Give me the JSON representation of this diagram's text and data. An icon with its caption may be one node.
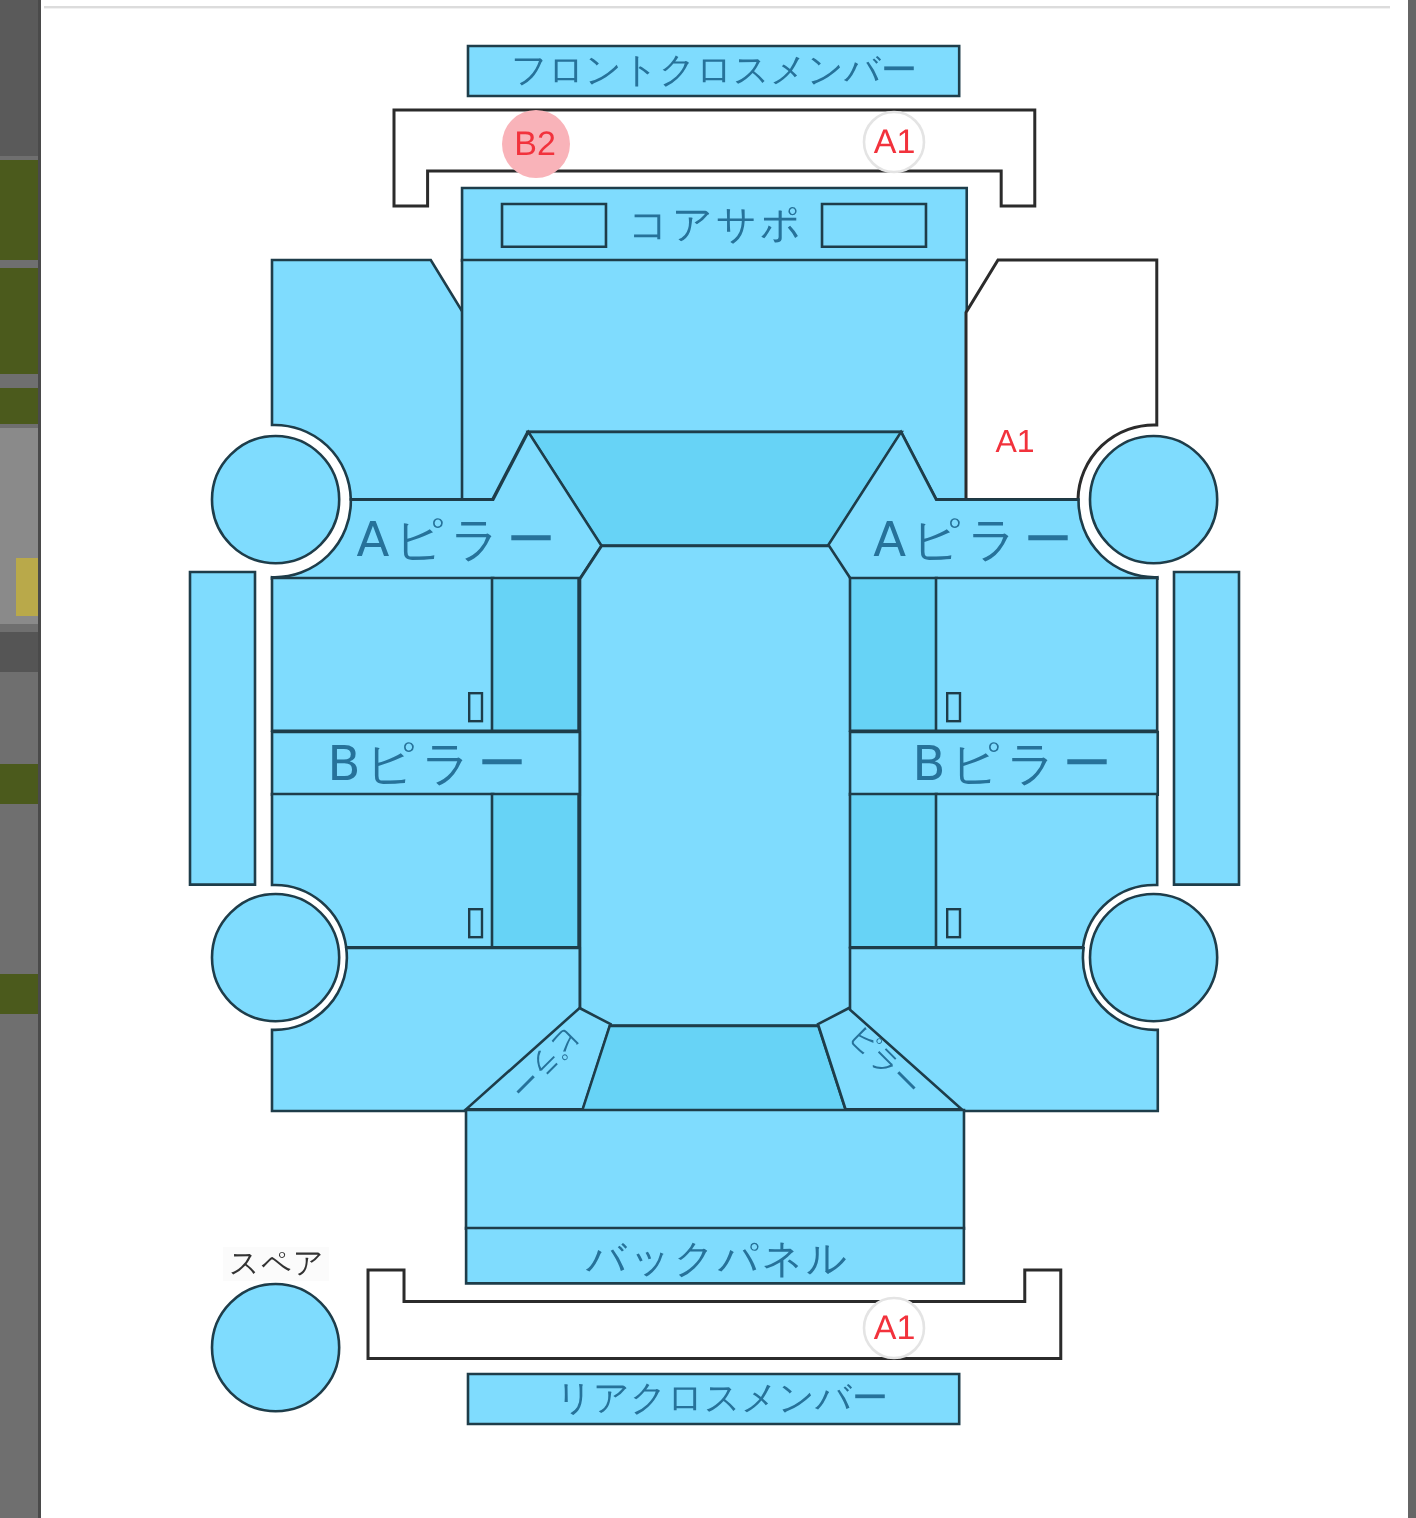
{
  "diagram": {
    "nodes": [
      {
        "text": [
          "フロントクロスメンバー"
        ]
      },
      {
        "text": [],
        "shape": "box"
      },
      {
        "text": [
          "B2"
        ],
        "in": 1
      },
      {
        "text": [
          "A1"
        ],
        "in": 1
      },
      {
        "text": [
          "コアサポ"
        ]
      },
      {
        "text": [],
        "shape": "box",
        "in": 4
      },
      {
        "text": [],
        "shape": "box",
        "in": 4
      },
      {
        "text": [],
        "shape": "box"
      },
      {
        "text": [],
        "shape": "box"
      },
      {
        "text": [
          "A1"
        ]
      },
      {
        "text": [],
        "shape": "circle"
      },
      {
        "text": [],
        "shape": "box"
      },
      {
        "text": [],
        "shape": "circle"
      },
      {
        "text": [
          "Aピラー"
        ]
      },
      {
        "text": [
          "Aピラー"
        ]
      },
      {
        "text": [],
        "shape": "box"
      },
      {
        "text": [],
        "shape": "box"
      },
      {
        "text": [],
        "shape": "box"
      },
      {
        "text": [],
        "shape": "box"
      },
      {
        "text": [],
        "shape": "box"
      },
      {
        "text": [],
        "shape": "box"
      },
      {
        "text": [],
        "shape": "box"
      },
      {
        "text": [
          "Bピラー"
        ]
      },
      {
        "text": [
          "Bピラー"
        ]
      },
      {
        "text": [],
        "shape": "box"
      },
      {
        "text": [],
        "shape": "box"
      },
      {
        "text": [],
        "shape": "box"
      },
      {
        "text": [],
        "shape": "box"
      },
      {
        "text": [],
        "shape": "circle"
      },
      {
        "text": [],
        "shape": "circle"
      },
      {
        "text": [],
        "shape": "box"
      },
      {
        "text": [
          "ピラー"
        ]
      },
      {
        "text": [],
        "shape": "box"
      },
      {
        "text": [
          "ピラー"
        ]
      },
      {
        "text": [],
        "shape": "box"
      },
      {
        "text": [],
        "shape": "box"
      },
      {
        "text": [
          "バックパネル"
        ]
      },
      {
        "text": [],
        "shape": "circle",
        "beside": [
          "スペア"
        ]
      },
      {
        "text": [],
        "shape": "box"
      },
      {
        "text": [
          "A1"
        ],
        "in": 38
      },
      {
        "text": [
          "リアクロスメンバー"
        ]
      }
    ]
  }
}
